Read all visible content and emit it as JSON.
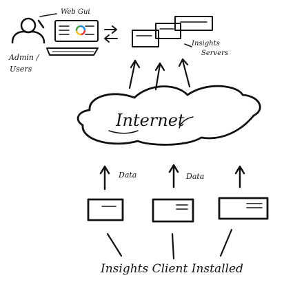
{
  "labels": {
    "web_gui": "Web Gui",
    "admin_users_line1": "Admin /",
    "admin_users_line2": "Users",
    "insights_servers_line1": "Insights",
    "insights_servers_line2": "Servers",
    "internet": "Internet",
    "data_left": "Data",
    "data_middle": "Data",
    "client_caption": "Insights Client Installed"
  },
  "colors": {
    "ink": "#111111",
    "logo": [
      "#e53935",
      "#fbc02d",
      "#43a047",
      "#1e88e5"
    ]
  }
}
